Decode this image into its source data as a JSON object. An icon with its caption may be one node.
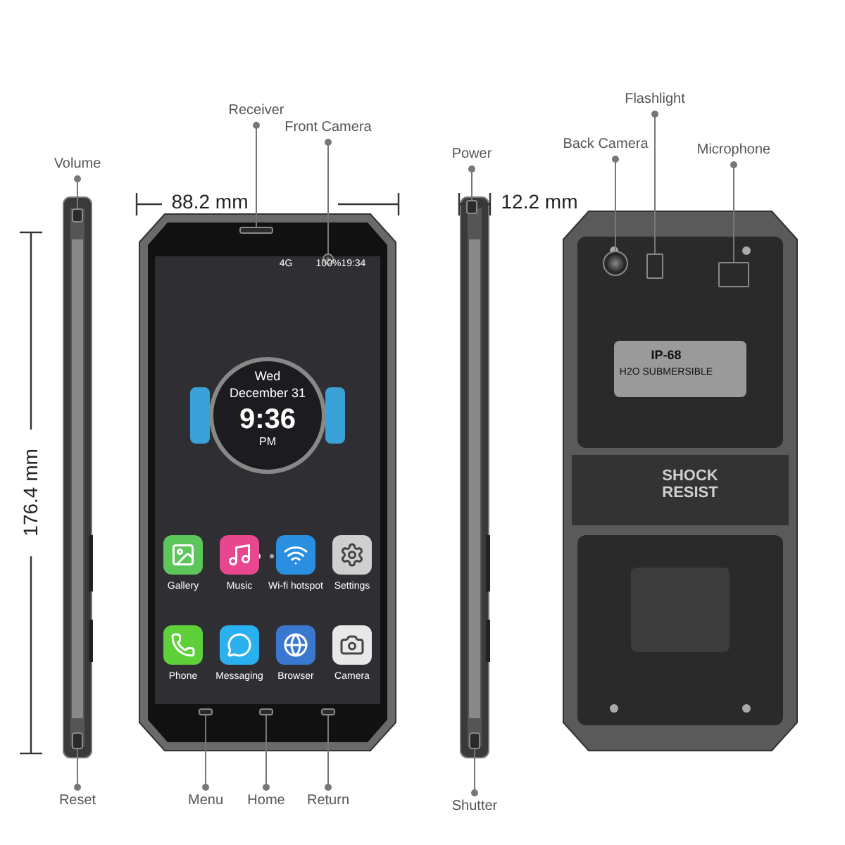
{
  "diagram": {
    "nodes": [
      {
        "text": [
          "Volume"
        ]
      },
      {
        "text": [
          "Receiver"
        ]
      },
      {
        "text": [
          "Front Camera"
        ]
      },
      {
        "text": [
          "Power"
        ]
      },
      {
        "text": [
          "Flashlight"
        ]
      },
      {
        "text": [
          "Back Camera"
        ]
      },
      {
        "text": [
          "Microphone"
        ]
      },
      {
        "text": [
          "Reset"
        ]
      },
      {
        "text": [
          "Menu"
        ]
      },
      {
        "text": [
          "Home"
        ]
      },
      {
        "text": [
          "Return"
        ]
      },
      {
        "text": [
          "Shutter"
        ]
      },
      {
        "text": [],
        "shape": "bar"
      },
      {
        "text": [],
        "shape": "bar"
      },
      {
        "text": [],
        "shape": "circle"
      },
      {
        "text": [],
        "shape": "bar"
      },
      {
        "text": [],
        "shape": "box"
      },
      {
        "text": [],
        "shape": "circle"
      },
      {
        "text": [],
        "shape": "box"
      },
      {
        "text": [],
        "shape": "bar"
      },
      {
        "text": [],
        "shape": "bar"
      },
      {
        "text": [],
        "shape": "bar"
      },
      {
        "text": [],
        "shape": "bar"
      },
      {
        "text": [],
        "shape": "bar"
      }
    ],
    "edges": [
      {
        "from": 0,
        "to": 12,
        "arrow": "other"
      },
      {
        "from": 1,
        "to": 13,
        "arrow": "other"
      },
      {
        "from": 2,
        "to": 14,
        "arrow": "other"
      },
      {
        "from": 3,
        "to": 15,
        "arrow": "other"
      },
      {
        "from": 4,
        "to": 16,
        "arrow": "other"
      },
      {
        "from": 5,
        "to": 17,
        "arrow": "other"
      },
      {
        "from": 6,
        "to": 18,
        "arrow": "other"
      },
      {
        "from": 7,
        "to": 19,
        "arrow": "other"
      },
      {
        "from": 8,
        "to": 20,
        "arrow": "other"
      },
      {
        "from": 9,
        "to": 21,
        "arrow": "other"
      },
      {
        "from": 10,
        "to": 22,
        "arrow": "other"
      },
      {
        "from": 11,
        "to": 23,
        "arrow": "other"
      }
    ],
    "labels": [
      "88.2 mm",
      "12.2 mm",
      "176.4 mm",
      "4G",
      "100%19:34",
      "Wed",
      "December 31",
      "9:36",
      "PM",
      "Gallery",
      "Music",
      "Wi-fi hotspot",
      "Settings",
      "Phone",
      "Messaging",
      "Browser",
      "Camera",
      "IP-68",
      "H2O SUBMERSIBLE",
      "SHOCK RESIST"
    ]
  }
}
